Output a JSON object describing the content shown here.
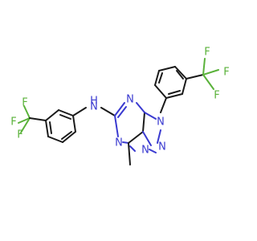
{
  "colors": {
    "bond": "#1a1a1a",
    "nitrogen": "#3a3ad0",
    "fluorine": "#5ab23a",
    "background": "#ffffff"
  },
  "atoms": {
    "nh": "H",
    "n_amine": "N",
    "n_pyr_top": "N",
    "n_pyr_bottom": "N",
    "n3": "N",
    "n2": "N",
    "n1": "N",
    "f_left_top": "F",
    "f_left_mid": "F",
    "f_left_bottom": "F",
    "f_right_top": "F",
    "f_right_mid": "F",
    "f_right_bottom": "F"
  }
}
